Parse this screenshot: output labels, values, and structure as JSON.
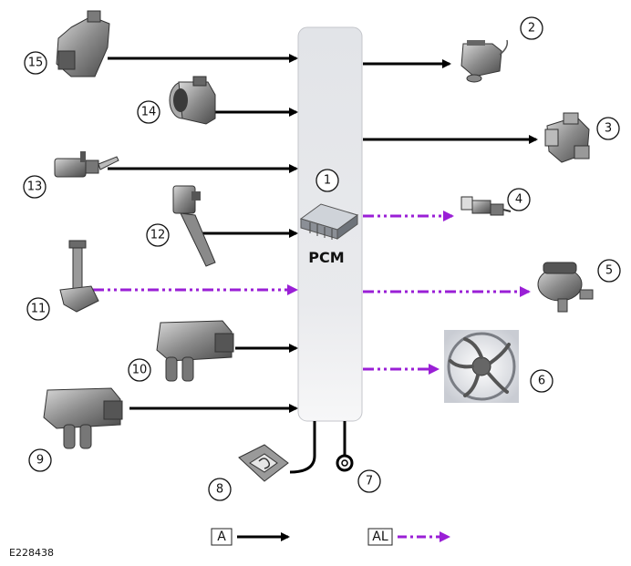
{
  "pcm": {
    "number": "1",
    "label": "PCM"
  },
  "callouts": [
    "1",
    "2",
    "3",
    "4",
    "5",
    "6",
    "7",
    "8",
    "9",
    "10",
    "11",
    "12",
    "13",
    "14",
    "15"
  ],
  "legend": {
    "solid_key": "A",
    "dashed_key": "AL"
  },
  "figure_id": "E228438",
  "colors": {
    "solid_arrow": "#000000",
    "dashed_arrow": "#9a1fd6",
    "module_fill": "#dcdee2"
  }
}
